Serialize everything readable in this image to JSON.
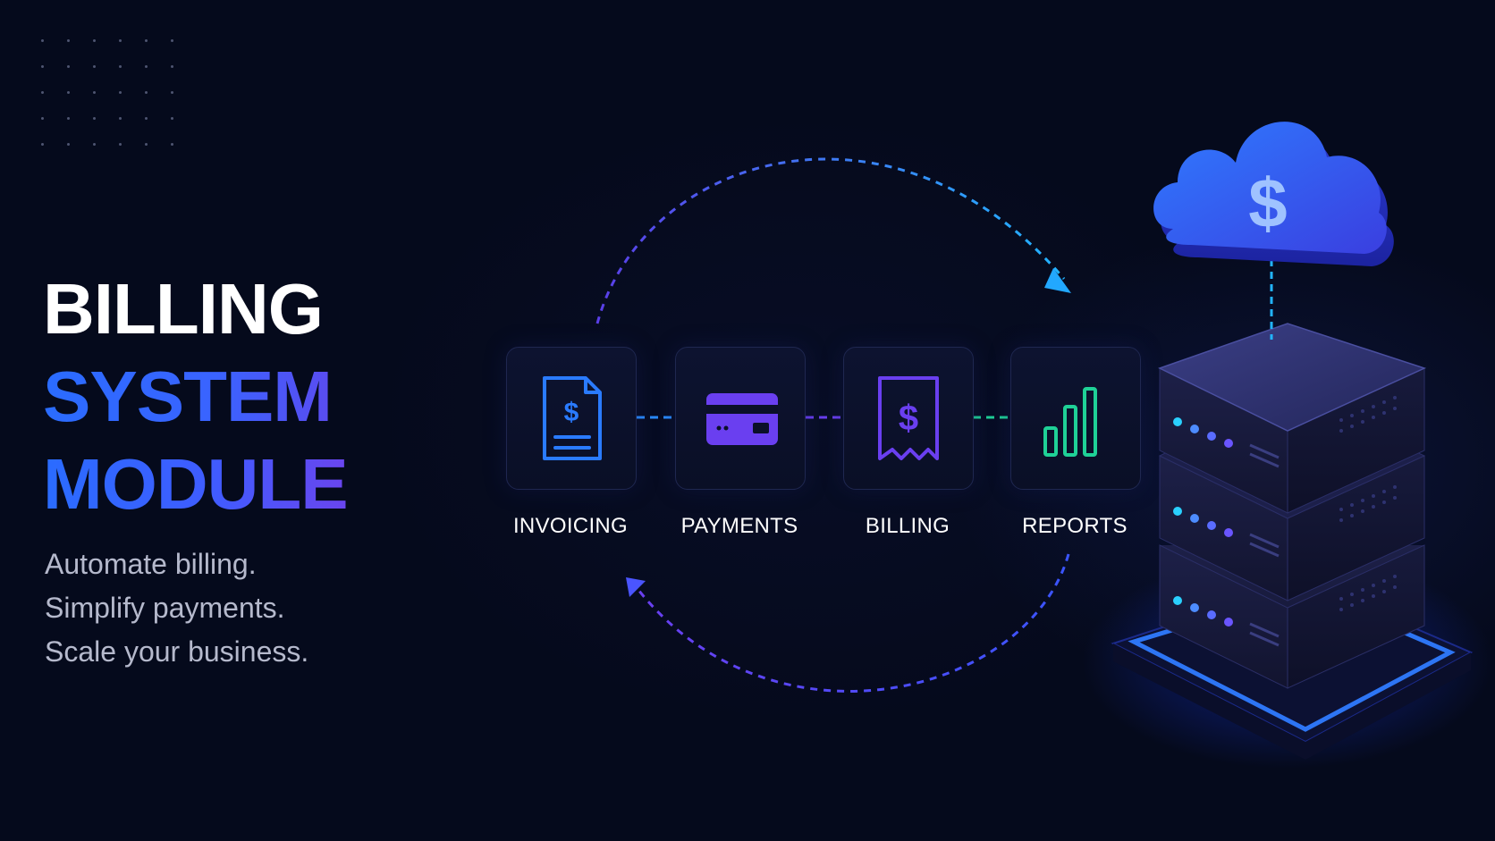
{
  "title": {
    "line1": "BILLING",
    "line2": "SYSTEM",
    "line3": "MODULE"
  },
  "tagline": [
    "Automate billing.",
    "Simplify payments.",
    "Scale your business."
  ],
  "modules": [
    {
      "label": "INVOICING",
      "icon": "invoice-document-icon",
      "color": "#2a7bff"
    },
    {
      "label": "PAYMENTS",
      "icon": "credit-card-icon",
      "color": "#6a3ff0"
    },
    {
      "label": "BILLING",
      "icon": "receipt-icon",
      "color": "#6a3ff0"
    },
    {
      "label": "REPORTS",
      "icon": "bar-chart-icon",
      "color": "#1fd197"
    }
  ],
  "colors": {
    "background": "#050a1c",
    "accent_blue": "#2a6cff",
    "accent_purple": "#6a3ff0",
    "accent_green": "#1fd197",
    "accent_cyan": "#22b4ff"
  },
  "illustration": {
    "cloud_icon": "cloud-dollar-icon",
    "server_icon": "server-stack-icon",
    "cloud_symbol": "$"
  }
}
